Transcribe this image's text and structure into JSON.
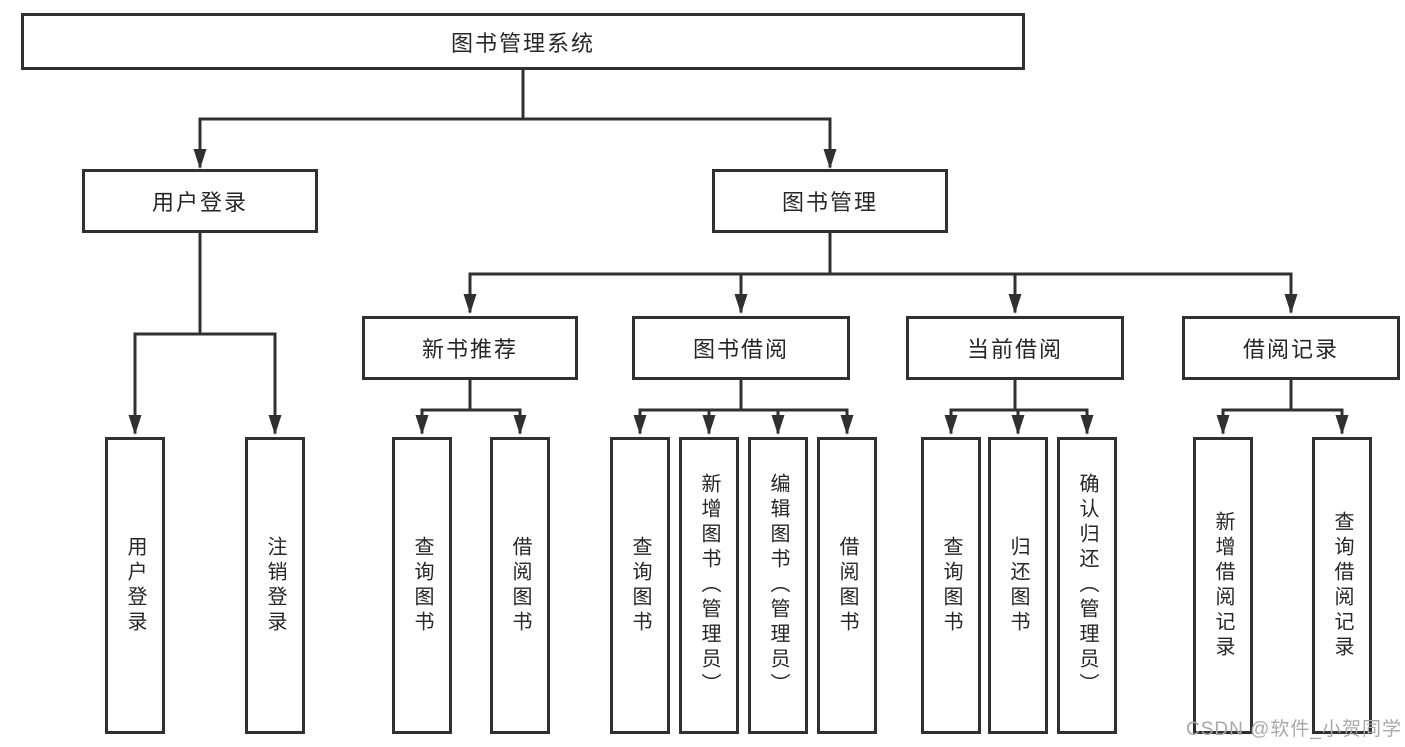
{
  "diagram": {
    "type": "hierarchical-tree",
    "tree": {
      "root": {
        "label": "图书管理系统"
      },
      "branches": [
        {
          "label": "用户登录",
          "children": [
            {
              "label": "用户登录"
            },
            {
              "label": "注销登录"
            }
          ]
        },
        {
          "label": "图书管理",
          "groups": [
            {
              "label": "新书推荐",
              "children": [
                {
                  "label": "查询图书"
                },
                {
                  "label": "借阅图书"
                }
              ]
            },
            {
              "label": "图书借阅",
              "children": [
                {
                  "label": "查询图书"
                },
                {
                  "label": "新增图书（管理员）"
                },
                {
                  "label": "编辑图书（管理员）"
                },
                {
                  "label": "借阅图书"
                }
              ]
            },
            {
              "label": "当前借阅",
              "children": [
                {
                  "label": "查询图书"
                },
                {
                  "label": "归还图书"
                },
                {
                  "label": "确认归还（管理员）"
                }
              ]
            },
            {
              "label": "借阅记录",
              "children": [
                {
                  "label": "新增借阅记录"
                },
                {
                  "label": "查询借阅记录"
                }
              ]
            }
          ]
        }
      ]
    },
    "colors": {
      "line": "#303030",
      "node_border": "#303030",
      "node_background": "#ffffff",
      "text": "#262626",
      "watermark": "#a8a8a8",
      "background": "#ffffff"
    },
    "watermark": {
      "text": "CSDN @软件_小贺同学"
    }
  }
}
